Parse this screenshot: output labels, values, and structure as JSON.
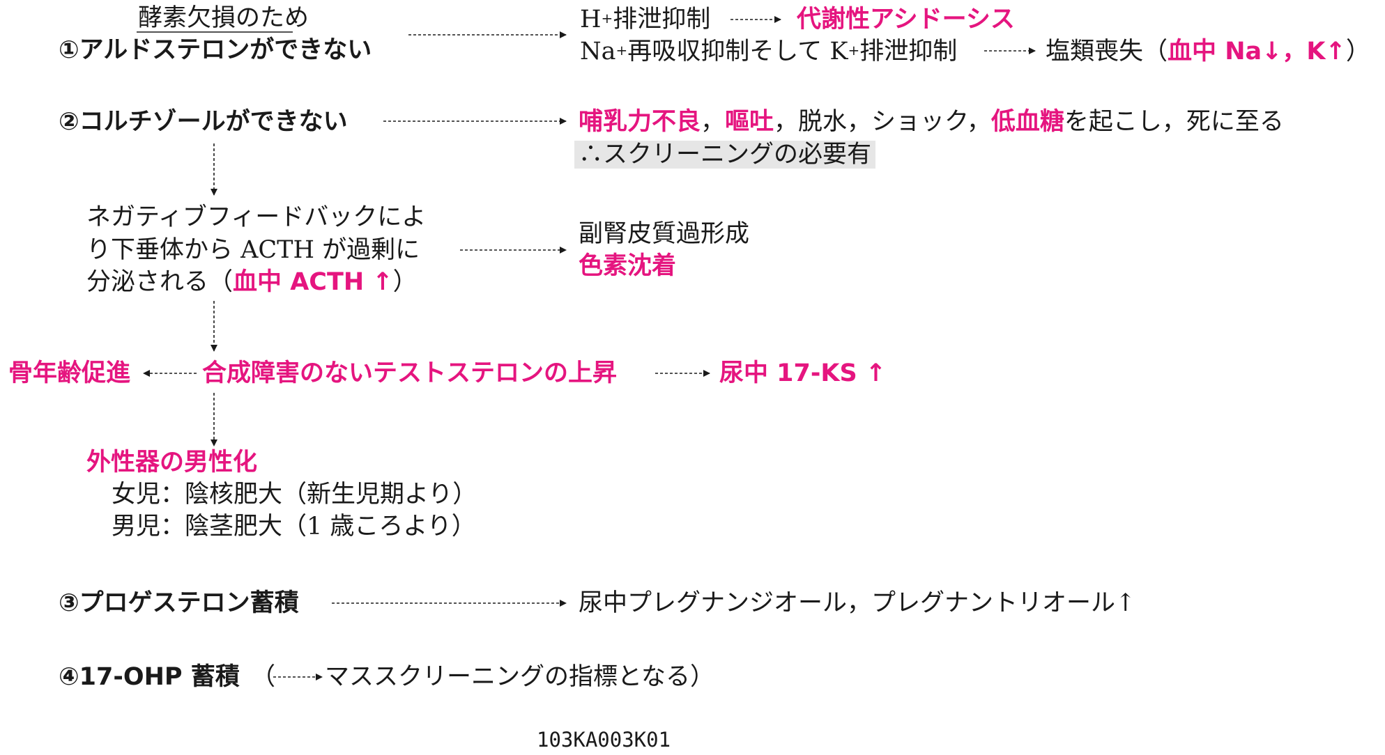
{
  "step1": {
    "note": "酵素欠損のため",
    "label": "①アルドステロンができない",
    "line1": {
      "h": "H",
      "sup": "+",
      "text": "排泄抑制",
      "result": "代謝性アシドーシス"
    },
    "line2": {
      "na": "Na",
      "na_sup": "+",
      "text1": "再吸収抑制そして K",
      "k_sup": "+",
      "text2": "排泄抑制",
      "result": "塩類喪失（",
      "result_pink": "血中 Na↓，K↑",
      "result_close": "）"
    }
  },
  "step2": {
    "label": "②コルチゾールができない",
    "res1_a": "哺乳力不良",
    "res1_sep1": "，",
    "res1_b": "嘔吐",
    "res1_c": "，脱水，ショック，",
    "res1_d": "低血糖",
    "res1_e": "を起こし，死に至る",
    "res2": "∴スクリーニングの必要有"
  },
  "feedback": {
    "line1": "ネガティブフィードバックによ",
    "line2": "り下垂体から ACTH が過剰に",
    "line3": "分泌される（",
    "line3_pink": "血中 ACTH ↑",
    "line3_close": "）",
    "res1": "副腎皮質過形成",
    "res2": "色素沈着"
  },
  "testosterone": {
    "left": "骨年齢促進",
    "center": "合成障害のないテストステロンの上昇",
    "right": "尿中 17-KS ↑"
  },
  "virilization": {
    "title": "外性器の男性化",
    "girl": "女児：陰核肥大（新生児期より）",
    "boy": "男児：陰茎肥大（1 歳ころより）"
  },
  "step3": {
    "label": "③プロゲステロン蓄積",
    "result": "尿中プレグナンジオール，プレグナントリオール↑"
  },
  "step4": {
    "label": "④17-OHP 蓄積",
    "note": "（",
    "note_text": "マススクリーニングの指標となる）"
  },
  "caption": "103KA003K01"
}
